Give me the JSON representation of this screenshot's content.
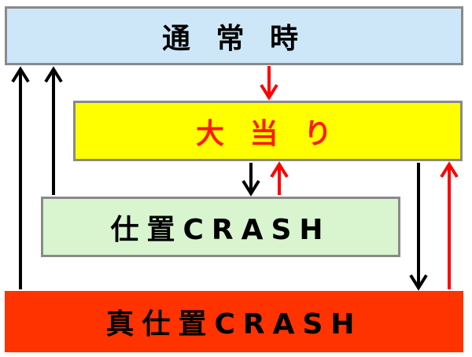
{
  "nodes": {
    "normal": {
      "label": "通 常 時",
      "fill": "#cde7f9",
      "text_color": "#000000"
    },
    "jackpot": {
      "label": "大 当 り",
      "fill": "#ffff00",
      "text_color": "#ff1a00"
    },
    "setting": {
      "label": "仕置CRASH",
      "fill": "#d8f5d0",
      "text_color": "#000000"
    },
    "true_setting": {
      "label": "真仕置CRASH",
      "fill": "#ff3300",
      "text_color": "#000000"
    }
  },
  "edges": [
    {
      "from": "normal",
      "to": "jackpot",
      "color": "#ff0000"
    },
    {
      "from": "jackpot",
      "to": "setting",
      "color": "#000000"
    },
    {
      "from": "setting",
      "to": "jackpot",
      "color": "#ff0000"
    },
    {
      "from": "setting",
      "to": "normal",
      "color": "#000000"
    },
    {
      "from": "true_setting",
      "to": "normal",
      "color": "#000000"
    },
    {
      "from": "jackpot",
      "to": "true_setting",
      "color": "#000000"
    },
    {
      "from": "true_setting",
      "to": "jackpot",
      "color": "#ff0000"
    }
  ]
}
